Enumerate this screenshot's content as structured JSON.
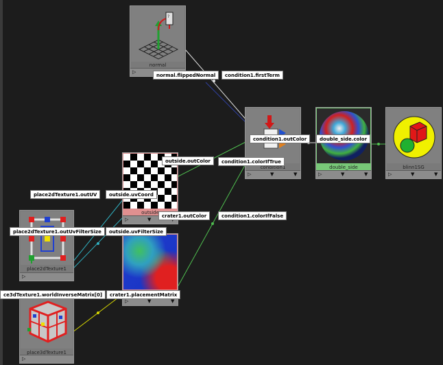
{
  "nodes": {
    "normal": {
      "name": "normal"
    },
    "condition": {
      "name": "condition1"
    },
    "double_side": {
      "name": "double_side"
    },
    "blinn": {
      "name": "blinn1SG"
    },
    "outside": {
      "name": "outside"
    },
    "place2d": {
      "name": "place2dTexture1"
    },
    "crater": {
      "name": ""
    },
    "place3d": {
      "name": "place3dTexture1"
    }
  },
  "connections": [
    {
      "label": "normal.flippedNormal"
    },
    {
      "label": "condition1.firstTerm"
    },
    {
      "label": "condition1.outColor"
    },
    {
      "label": "double_side.color"
    },
    {
      "label": "outside.outColor"
    },
    {
      "label": "condition1.colorIfTrue"
    },
    {
      "label": "place2dTexture1.outUV"
    },
    {
      "label": "outside.uvCoord"
    },
    {
      "label": "crater1.outColor"
    },
    {
      "label": "condition1.colorIfFalse"
    },
    {
      "label": "place2dTexture1.outUvFilterSize"
    },
    {
      "label": "outside.uvFilterSize"
    },
    {
      "label": "ce3dTexture1.worldInverseMatrix[0]"
    },
    {
      "label": "crater1.placementMatrix"
    }
  ],
  "controls": {
    "play_glyph": "▷",
    "expand_glyph": "▼"
  },
  "colors": {
    "node_gray": "#7a7a7a",
    "shader_green": "#78c878",
    "texture_pink": "#e09090",
    "wire_yellow": "#d8d800",
    "wire_cyan": "#30b0c0",
    "wire_green": "#50c050",
    "wire_blue": "#3040a0"
  }
}
